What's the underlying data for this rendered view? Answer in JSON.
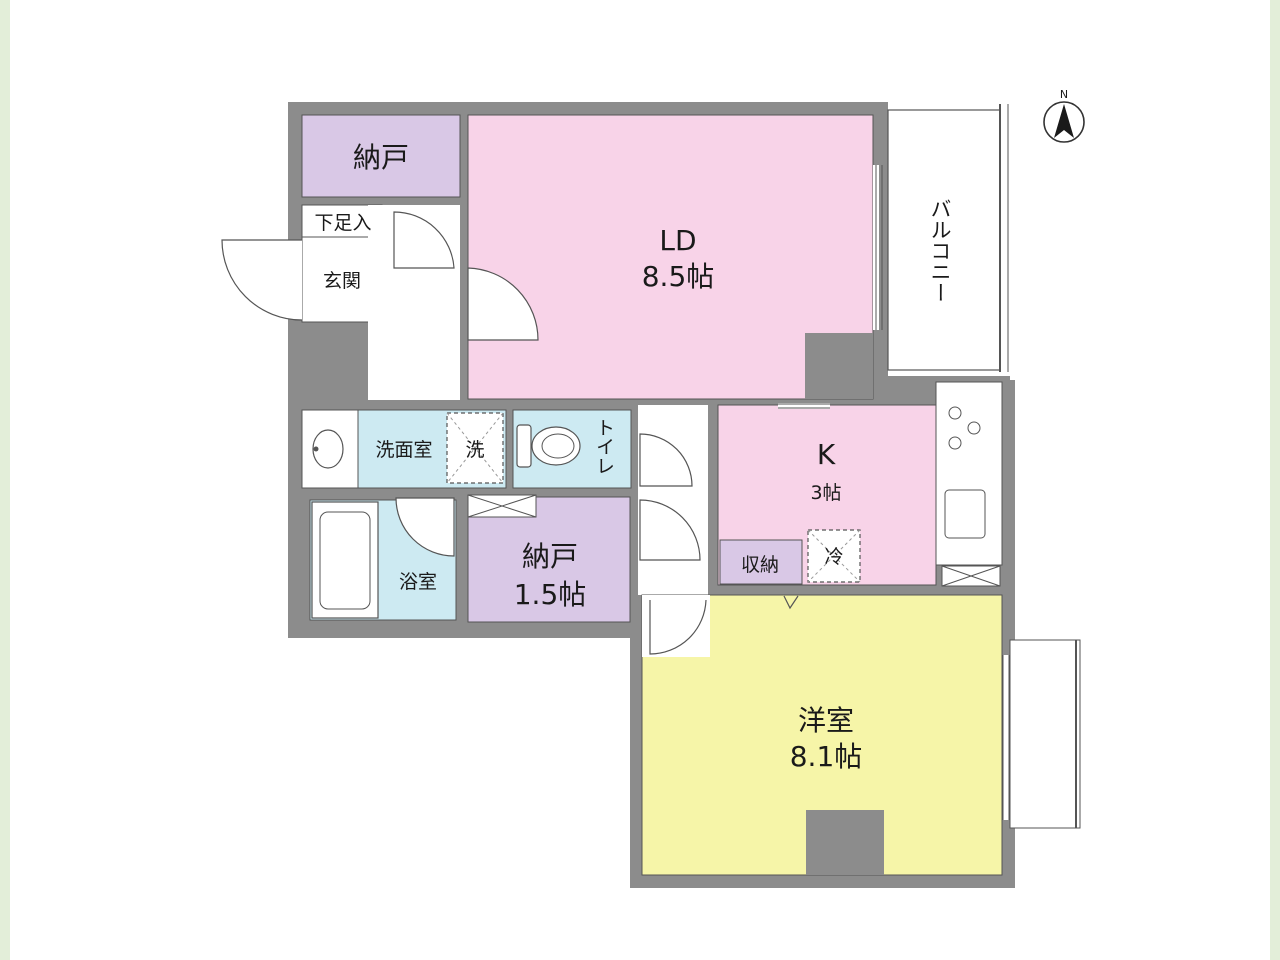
{
  "colors": {
    "wall": "#8c8c8c",
    "wall_dark": "#7a7a7a",
    "ld": "#f8d3e8",
    "kitchen": "#f8d3e8",
    "western": "#f6f5a8",
    "storage": "#d9c8e6",
    "water": "#cdeaf2",
    "floor_plain": "#ffffff",
    "line": "#555555",
    "frame_tint": "#e3eed9"
  },
  "rooms": {
    "storage_top": "納戸",
    "shoe_box": "下足入",
    "entrance": "玄関",
    "ld_name": "LD",
    "ld_size": "8.5帖",
    "balcony": "バルコニー",
    "washroom": "洗面室",
    "washer": "洗",
    "toilet": "トイレ",
    "kitchen_name": "K",
    "kitchen_size": "3帖",
    "bath": "浴室",
    "storage2_name": "納戸",
    "storage2_size": "1.5帖",
    "closet": "収納",
    "fridge": "冷",
    "western_name": "洋室",
    "western_size": "8.1帖"
  },
  "compass": {
    "north_label": "N",
    "icon": "north-arrow-icon"
  }
}
